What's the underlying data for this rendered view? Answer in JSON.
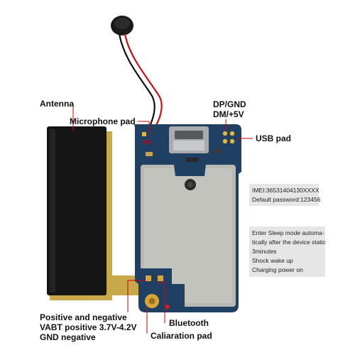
{
  "labels": {
    "antenna": "Antenna",
    "microphone_pad": "Microphone pad",
    "dp_gnd": "DP/GND",
    "dm_5v": "DM/+5V",
    "usb_pad": "USB pad",
    "bluetooth": "Bluetooth",
    "positive_negative": "Positive and negative",
    "vabt_positive": "VABT positive 3.7V-4.2V",
    "gnd_negative": "GND negative",
    "calibration_pad": "Caliaration pad"
  },
  "board_marking": "+/-",
  "info_box": {
    "imei": "IMEI:36531404130XXXX",
    "password": "Default password:123456"
  },
  "sleep_box": {
    "lines": [
      "Enter Sleep mode automa-",
      "tically after the device static",
      "3minutes",
      "Shock wake up",
      "Charging power on"
    ]
  },
  "colors": {
    "pcb_blue": "#1f3f63",
    "shield_silver": "#b9b9b4",
    "antenna_black": "#151515",
    "pointer_red": "#d40000",
    "note_gray": "#e6e6e6"
  }
}
